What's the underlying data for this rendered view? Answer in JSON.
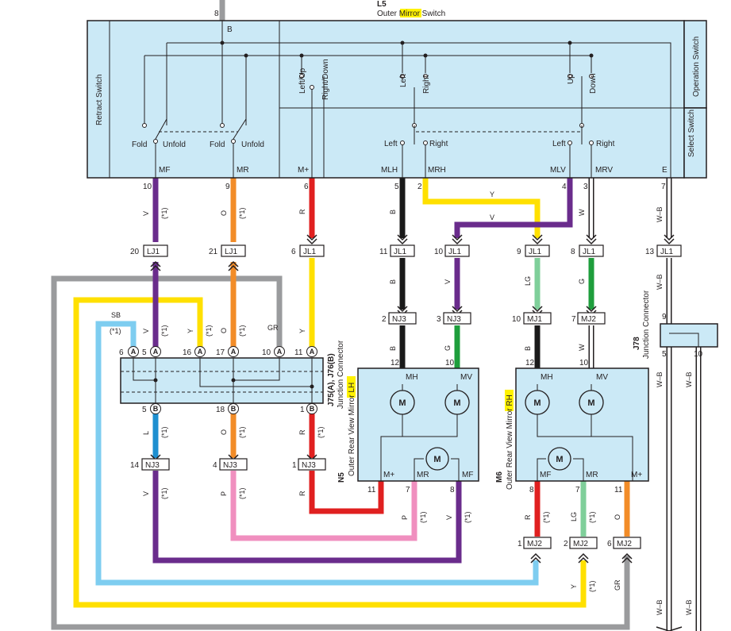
{
  "header": {
    "id": "L5",
    "name_pre": "Outer ",
    "name_hl": "Mirror",
    "name_post": " Switch",
    "pin_top": "8",
    "pin_top_color": "B"
  },
  "switch": {
    "retract_label": "Retract Switch",
    "operation_label": "Operation Switch",
    "select_label": "Select Switch",
    "fold": "Fold",
    "unfold": "Unfold",
    "left_up": "Left/Up",
    "right_down": "Right/Down",
    "left": "Left",
    "right": "Right",
    "up": "Up",
    "down": "Down",
    "terminals": [
      "MF",
      "MR",
      "M+",
      "MLH",
      "MRH",
      "MLV",
      "MRV",
      "E"
    ],
    "pins": [
      "10",
      "9",
      "6",
      "5",
      "2",
      "4",
      "3",
      "7"
    ]
  },
  "wires": {
    "colors": {
      "V": "#6a2c8c",
      "O": "#f28c28",
      "R": "#e02020",
      "B": "#1a1a1a",
      "Y": "#ffe000",
      "LG": "#7fcf9a",
      "G": "#1e9e3c",
      "W": "#ffffff",
      "WB": "#ffffff",
      "SB": "#7ecdf0",
      "GR": "#9a9b9d",
      "L": "#1e8fd0",
      "P": "#f08fbf"
    },
    "labels": {
      "V": "V",
      "O": "O",
      "R": "R",
      "B": "B",
      "Y": "Y",
      "LG": "LG",
      "G": "G",
      "W": "W",
      "WB": "W–B",
      "SB": "SB",
      "GR": "GR",
      "L": "L",
      "P": "P"
    },
    "note": "(*1)"
  },
  "connectors": {
    "lj1": "LJ1",
    "jl1": "JL1",
    "nj3": "NJ3",
    "mj1": "MJ1",
    "mj2": "MJ2",
    "pins_lj1": [
      "20",
      "21"
    ],
    "pins_jl1": [
      "6",
      "11",
      "10",
      "9",
      "8",
      "13"
    ],
    "pins_nj3_a": [
      "2",
      "3"
    ],
    "pins_mj1": "10",
    "pins_mj2_a": "7",
    "pins_nj3_b": [
      "14",
      "4",
      "1"
    ],
    "pins_mj2_b": [
      "1",
      "2",
      "6"
    ]
  },
  "junction": {
    "id": "J75(A), J76(B)",
    "name": "Junction Connector",
    "a_pins": [
      "6",
      "5",
      "16",
      "17",
      "10",
      "11"
    ],
    "b_pins": [
      "5",
      "18",
      "1"
    ],
    "a": "A",
    "b": "B"
  },
  "j78": {
    "id": "J78",
    "name": "Junction Connector",
    "pins": [
      "9",
      "5",
      "10"
    ]
  },
  "mirror_lh": {
    "id": "N5",
    "name_pre": "Outer Rear View ",
    "name_hl": "Mirror",
    "name_post": " LH",
    "mh": "MH",
    "mv": "MV",
    "mplus": "M+",
    "mr": "MR",
    "mf": "MF",
    "m": "M",
    "pins_top": [
      "12",
      "10"
    ],
    "pins_bot": [
      "11",
      "7",
      "8"
    ]
  },
  "mirror_rh": {
    "id": "M6",
    "name_pre": "Outer Rear View ",
    "name_hl": "Mirror",
    "name_post": " RH",
    "mh": "MH",
    "mv": "MV",
    "mf": "MF",
    "mr": "MR",
    "mplus": "M+",
    "m": "M",
    "pins_top": [
      "12",
      "10"
    ],
    "pins_bot": [
      "8",
      "7",
      "11"
    ]
  }
}
